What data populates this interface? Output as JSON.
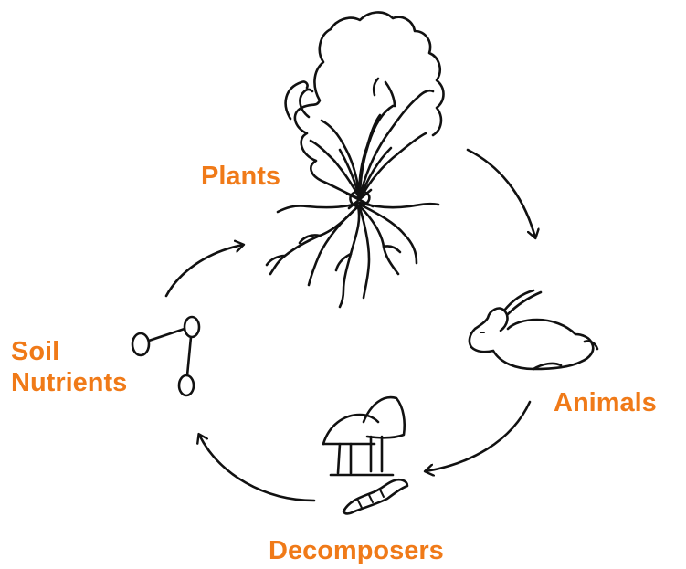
{
  "diagram": {
    "nodes": [
      {
        "id": "plants",
        "label": "Plants",
        "icon": "tree-icon"
      },
      {
        "id": "animals",
        "label": "Animals",
        "icon": "rabbit-icon"
      },
      {
        "id": "decomposers",
        "label": "Decomposers",
        "icon": "mushroom-worm-icon"
      },
      {
        "id": "soil",
        "label_line1": "Soil",
        "label_line2": "Nutrients",
        "icon": "molecule-icon"
      }
    ],
    "edges": [
      {
        "from": "plants",
        "to": "animals"
      },
      {
        "from": "animals",
        "to": "decomposers"
      },
      {
        "from": "decomposers",
        "to": "soil"
      },
      {
        "from": "soil",
        "to": "plants"
      }
    ],
    "colors": {
      "label": "#f07a18",
      "ink": "#111111",
      "background": "#ffffff"
    }
  }
}
